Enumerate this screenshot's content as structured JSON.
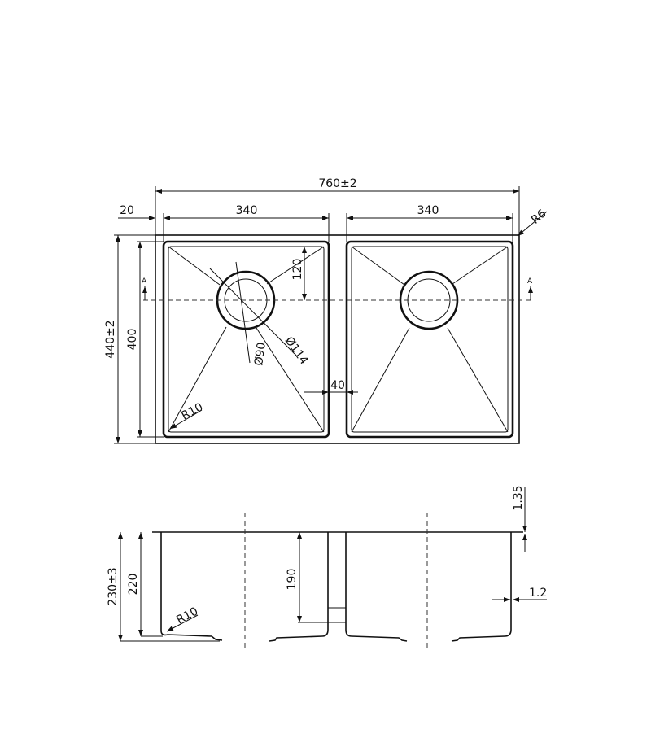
{
  "top_view": {
    "overall_width": "760±2",
    "edge_offset": "20",
    "left_bowl_width": "340",
    "right_bowl_width": "340",
    "corner_radius_outer": "R6",
    "overall_depth": "440±2",
    "bowl_depth": "400",
    "drain_offset": "120",
    "divider_width": "40",
    "drain_outer": "Ø114",
    "drain_inner": "Ø90",
    "bowl_corner_radius": "R10",
    "section_mark_left": "A",
    "section_mark_right": "A"
  },
  "section_view": {
    "overall_height": "230±3",
    "bowl_height": "220",
    "divider_height": "190",
    "flange_thickness": "1.35",
    "wall_thickness": "1.2",
    "bottom_radius": "R10"
  }
}
